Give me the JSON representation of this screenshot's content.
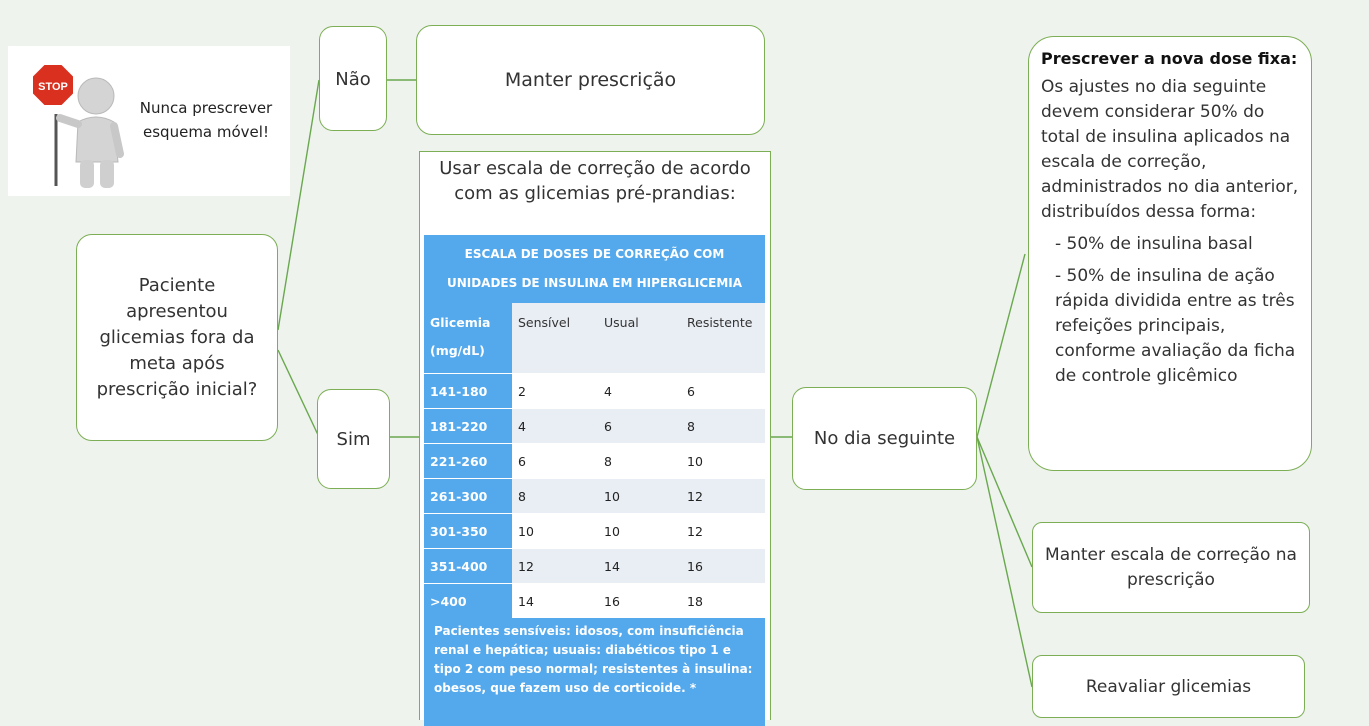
{
  "stop_note": {
    "sign_text": "STOP",
    "message": "Nunca prescrever esquema móvel!"
  },
  "question": "Paciente apresentou glicemias fora da meta após prescrição inicial?",
  "branch_no": {
    "label": "Não",
    "action": "Manter prescrição"
  },
  "branch_yes": {
    "label": "Sim",
    "instruction": "Usar escala de correção de acordo com as glicemias pré-prandias:",
    "table": {
      "title": "ESCALA DE DOSES DE CORREÇÃO COM UNIDADES DE INSULINA EM HIPERGLICEMIA",
      "columns": [
        "Glicemia (mg/dL)",
        "Sensível",
        "Usual",
        "Resistente"
      ],
      "rows": [
        [
          "141-180",
          "2",
          "4",
          "6"
        ],
        [
          "181-220",
          "4",
          "6",
          "8"
        ],
        [
          "221-260",
          "6",
          "8",
          "10"
        ],
        [
          "261-300",
          "8",
          "10",
          "12"
        ],
        [
          "301-350",
          "10",
          "10",
          "12"
        ],
        [
          "351-400",
          "12",
          "14",
          "16"
        ],
        [
          ">400",
          "14",
          "16",
          "18"
        ]
      ],
      "footnote": "Pacientes sensíveis: idosos, com insuficiência renal e hepática; usuais: diabéticos tipo 1 e tipo 2 com peso normal; resistentes à insulina: obesos, que fazem uso de corticoide. *"
    }
  },
  "next_day": {
    "label": "No dia seguinte",
    "dose": {
      "title": "Prescrever a nova dose fixa:",
      "intro": "Os ajustes no dia seguinte devem considerar 50% do total de insulina aplicados na escala de correção, administrados no dia anterior, distribuídos dessa forma:",
      "item1": "- 50% de insulina basal",
      "item2": "- 50% de insulina de ação rápida dividida entre as três refeições principais, conforme avaliação da ficha de controle glicêmico"
    },
    "keep_scale": "Manter escala de correção na prescrição",
    "reassess": "Reavaliar glicemias"
  },
  "colors": {
    "connector": "#6aa84f",
    "table_blue": "#54a9ec",
    "stop_red": "#d9301f"
  }
}
